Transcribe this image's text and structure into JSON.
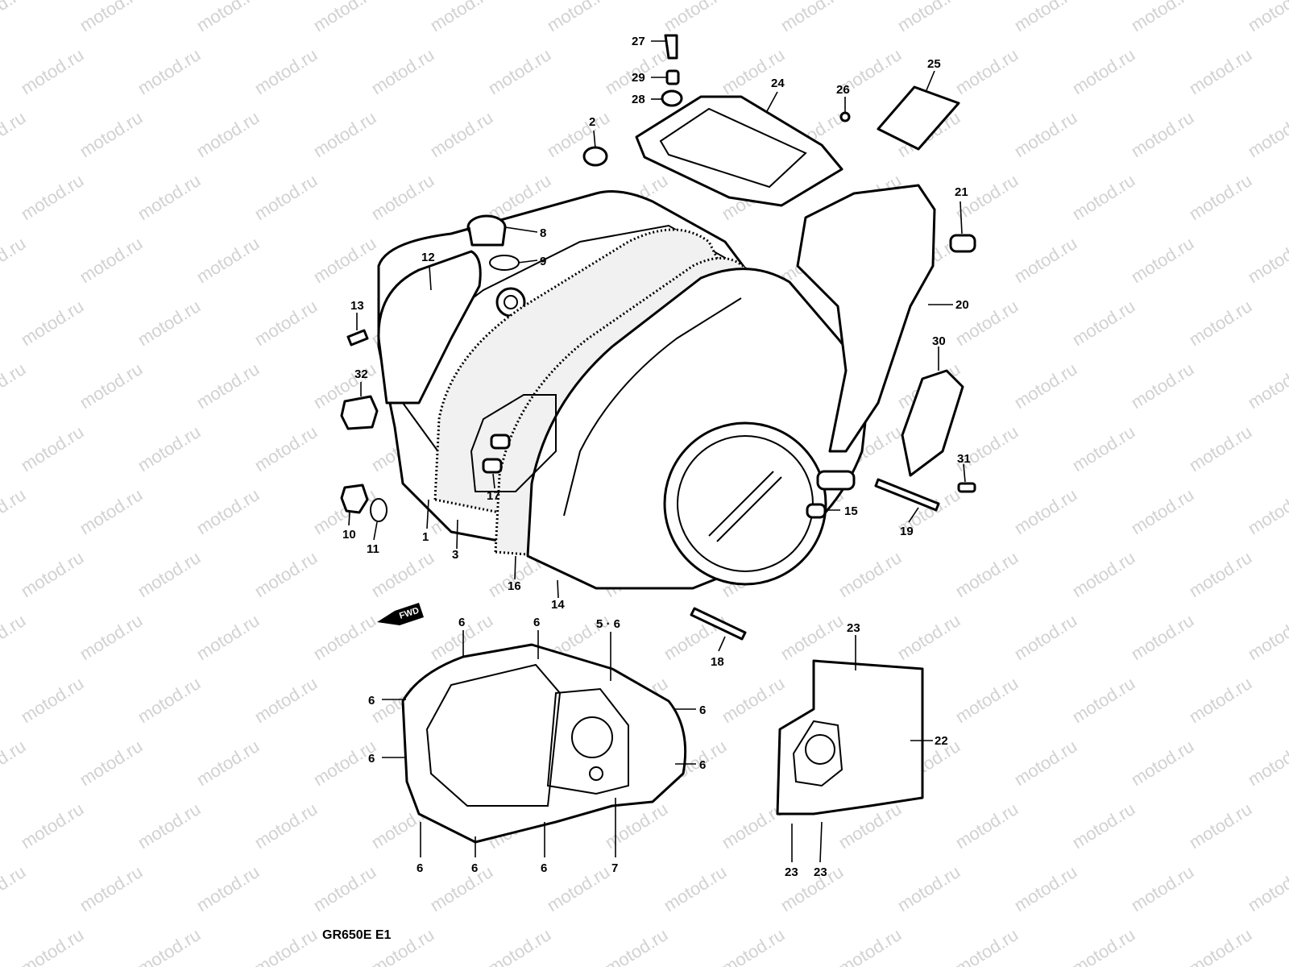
{
  "watermark_text": "motod.ru",
  "model_code": "GR650E  E1",
  "forward_arrow_label": "FWD",
  "colors": {
    "line": "#000000",
    "background": "#ffffff",
    "watermark": "#d2d2d2"
  },
  "callouts": {
    "c27": "27",
    "c29": "29",
    "c28": "28",
    "c2": "2",
    "c24": "24",
    "c26": "26",
    "c25": "25",
    "c8": "8",
    "c9": "9",
    "c12": "12",
    "c21": "21",
    "c20": "20",
    "c13": "13",
    "c30": "30",
    "c32": "32",
    "c17": "17",
    "c31": "31",
    "c15": "15",
    "c10": "10",
    "c11": "11",
    "c1": "1",
    "c3": "3",
    "c19": "19",
    "c16": "16",
    "c14": "14",
    "c18": "18",
    "c6a": "6",
    "c6b": "6",
    "c56": "5 · 6",
    "c6c": "6",
    "c6d": "6",
    "c6e": "6",
    "c6f": "6",
    "c6g": "6",
    "c6h": "6",
    "c6i": "6",
    "c7": "7",
    "c23a": "23",
    "c22": "22",
    "c23b": "23",
    "c23c": "23"
  }
}
